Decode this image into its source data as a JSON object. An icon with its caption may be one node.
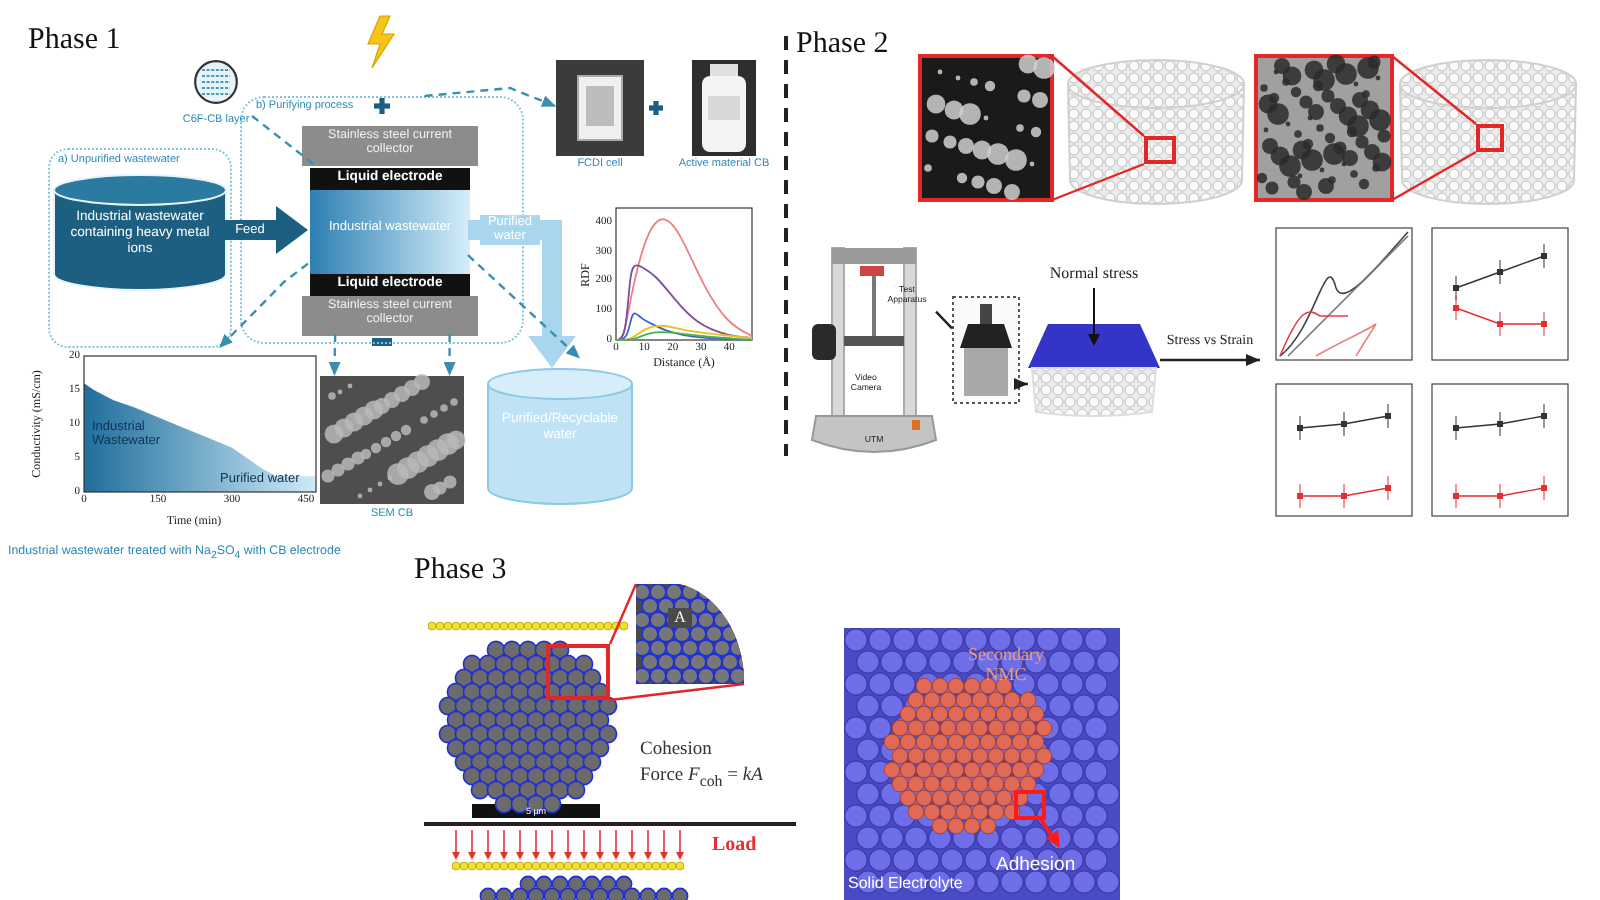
{
  "diagram": {
    "nodes": [
      {
        "text": [
          "a) Unpurified wastewater"
        ]
      },
      {
        "text": [
          "Industrial wastewater containing heavy metal ions"
        ],
        "in": 0
      },
      {
        "text": [
          "b) Purifying process"
        ]
      },
      {
        "text": [
          "Stainless steel current collector"
        ],
        "in": 2
      },
      {
        "text": [
          "Liquid electrode"
        ],
        "in": 2
      },
      {
        "text": [
          "Industrial wastewater"
        ],
        "in": 2
      },
      {
        "text": [
          "Liquid electrode"
        ],
        "in": 2
      },
      {
        "text": [
          "Stainless steel current collector"
        ],
        "in": 2
      },
      {
        "text": [
          "C6F-CB layer"
        ]
      },
      {
        "text": [
          "FCDI cell"
        ]
      },
      {
        "text": [
          "Active material CB"
        ]
      },
      {
        "text": [
          "RDF",
          "Distance (Å)",
          "400",
          "300",
          "200",
          "100",
          "0",
          "0",
          "10",
          "20",
          "30",
          "40"
        ]
      },
      {
        "text": [
          "Industrial Wastewater",
          "Purified water",
          "Conductivity (mS/cm)",
          "Time (min)",
          "20",
          "15",
          "10",
          "5",
          "0",
          "0",
          "150",
          "300",
          "450"
        ],
        "beside": [
          "Industrial wastewater treated with Na$_{2}$SO$_{4}$ with CB electrode"
        ]
      },
      {
        "text": [
          "SEM CB"
        ]
      },
      {
        "text": [
          "Purified/Recyclable water"
        ]
      },
      {
        "text": [],
        "shape": "picture"
      },
      {
        "text": [],
        "shape": "picture"
      },
      {
        "text": [],
        "shape": "box",
        "in": 16
      },
      {
        "text": [],
        "shape": "picture"
      },
      {
        "text": [],
        "shape": "picture"
      },
      {
        "text": [],
        "shape": "box",
        "in": 19
      },
      {
        "text": [
          "Test Apparatus",
          "Video Camera",
          "UTM"
        ]
      },
      {
        "text": [],
        "shape": "picture"
      },
      {
        "text": [
          "Normal stress"
        ]
      },
      {
        "text": [],
        "shape": "picture"
      },
      {
        "text": [],
        "shape": "picture",
        "beside": [
          "Cohesion",
          "Force *F*$_{coh}$ = *kA*"
        ]
      },
      {
        "text": [],
        "shape": "box",
        "in": 25
      },
      {
        "text": [
          "A"
        ]
      },
      {
        "text": [],
        "shape": "picture"
      },
      {
        "text": [
          "Secondary NMC",
          "Adhesion",
          "Solid Electrolyte"
        ]
      }
    ],
    "edges": [
      {
        "from": 1,
        "to": 5,
        "arrow": "to",
        "label": "Feed",
        "style": "thick",
        "color": "#1c5f80"
      },
      {
        "from": 5,
        "to": 14,
        "arrow": "to",
        "label": "Purified water",
        "style": "thick",
        "color": "#a9d6ef"
      },
      {
        "from": 8,
        "to": 4,
        "arrow": "none",
        "style": "dashed"
      },
      {
        "from": 2,
        "to": 9,
        "arrow": "to",
        "style": "dashed"
      },
      {
        "from": 5,
        "to": 11,
        "arrow": "to",
        "style": "dashed"
      },
      {
        "from": 5,
        "to": 12,
        "arrow": "to",
        "style": "dashed"
      },
      {
        "from": 7,
        "to": 13,
        "arrow": "to",
        "style": "dashed"
      },
      {
        "from": 7,
        "to": 13,
        "arrow": "to",
        "style": "dashed"
      },
      {
        "from": 17,
        "to": 15,
        "arrow": "none",
        "color": "#e32626"
      },
      {
        "from": 17,
        "to": 15,
        "arrow": "none",
        "color": "#e32626"
      },
      {
        "from": 20,
        "to": 18,
        "arrow": "none",
        "color": "#e32626"
      },
      {
        "from": 20,
        "to": 18,
        "arrow": "none",
        "color": "#e32626"
      },
      {
        "from": 21,
        "to": 22,
        "arrow": "none",
        "color": "#222222"
      },
      {
        "from": 22,
        "to": 23,
        "arrow": "to",
        "color": "#222222"
      },
      {
        "from": 23,
        "to": 24,
        "arrow": "to",
        "label": "Stress vs Strain",
        "color": "#222222"
      },
      {
        "from": 26,
        "to": 27,
        "arrow": "none",
        "color": "#e32626"
      },
      {
        "from": 26,
        "to": 27,
        "arrow": "none",
        "color": "#e32626"
      }
    ],
    "labels": [
      "Phase 1",
      "Phase 2",
      "Phase 3",
      "5 µm",
      "Load"
    ]
  }
}
